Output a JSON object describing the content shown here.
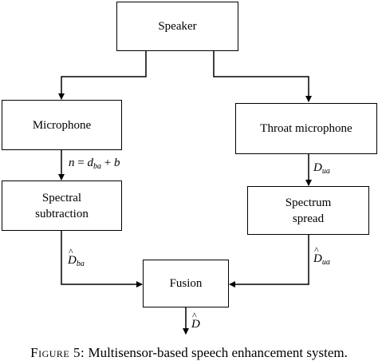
{
  "nodes": {
    "speaker": "Speaker",
    "microphone": "Microphone",
    "throat_microphone": "Throat microphone",
    "spectral_subtraction_line1": "Spectral",
    "spectral_subtraction_line2": "subtraction",
    "spectrum_spread_line1": "Spectrum",
    "spectrum_spread_line2": "spread",
    "fusion": "Fusion"
  },
  "edge_labels": {
    "mic_to_subtraction": {
      "lhs": "n",
      "eq": " = ",
      "d": "d",
      "d_sub": "ba",
      "plus": " + ",
      "b": "b"
    },
    "throat_to_spread": {
      "sym": "D",
      "sub": "ua"
    },
    "subtraction_to_fusion": {
      "sym": "D",
      "sub": "ba"
    },
    "spread_to_fusion": {
      "sym": "D",
      "sub": "ua"
    },
    "fusion_output": {
      "sym": "D"
    }
  },
  "caption": {
    "label": "Figure 5:",
    "text": " Multisensor-based speech enhancement system."
  }
}
